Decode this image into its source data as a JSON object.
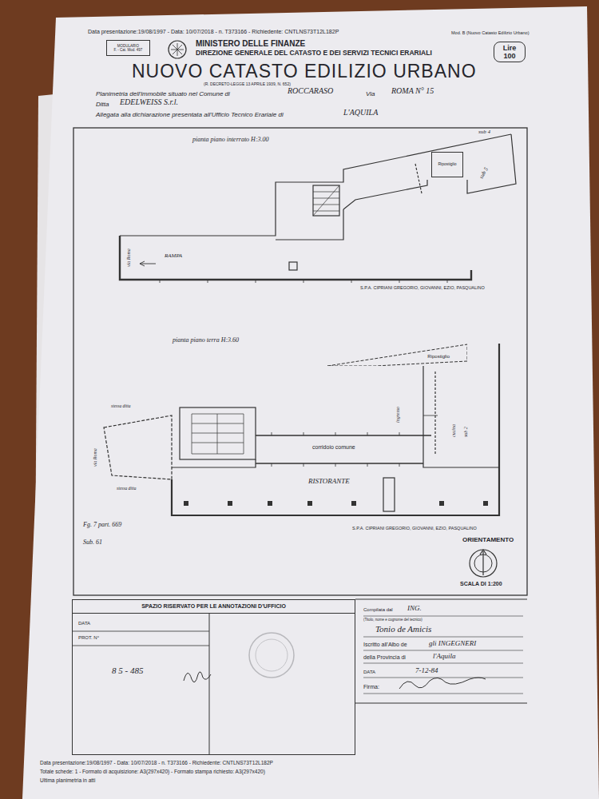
{
  "diagram": {
    "title": "NUOVO CATASTO EDILIZIO URBANO",
    "nodes": [
      {
        "text": [
          "MODULARIO",
          "F. - Cat. Mod. 497"
        ]
      },
      {
        "text": [
          "Lire 100"
        ]
      },
      {
        "text": [
          "Ripostiglio"
        ]
      },
      {
        "text": [
          "Ripostiglio"
        ]
      },
      {
        "text": [
          "SPAZIO RISERVATO PER LE ANNOTAZIONI D'UFFICIO"
        ]
      }
    ],
    "labels": [
      "Data presentazione:19/08/1997 - Data: 10/07/2018 - n. T373166 - Richiedente: CNTLNS73T12L182P",
      "Mod. B (Nuovo Catasto Edilizio Urbano)",
      "MINISTERO DELLE FINANZE",
      "DIREZIONE GENERALE DEL CATASTO E DEI SERVIZI TECNICI ERARIALI",
      "(R. DECRETO-LEGGE 13 APRILE 1939, N. 652)",
      "Planimetria dell'immobile situato nel Comune di",
      "ROCCARASO",
      "Via",
      "ROMA N° 15",
      "Ditta",
      "EDELWEISS S.r.l.",
      "Allegata alla dichiarazione presentata all'Ufficio Tecnico Erariale di",
      "L'AQUILA",
      "pianta piano interrato H:3.00",
      "sub 4",
      "sub 5",
      "via Roma",
      "RAMPA",
      "S.P.A. CIPRIANI GREGORIO, GIOVANNI, EZIO, PASQUALINO",
      "pianta piano terra H:3.60",
      "stessa ditta",
      "via Roma",
      "stessa ditta",
      "corridoio comune",
      "RISTORANTE",
      "ingresso",
      "cucina",
      "sub 2",
      "S.P.A. CIPRIANI GREGORIO, GIOVANNI, EZIO, PASQUALINO",
      "Fg. 7 part. 669",
      "Sub. 61",
      "ORIENTAMENTO",
      "SCALA DI 1:200",
      "DATA",
      "PROT. N°",
      "8 5 - 485",
      "Compilata dal",
      "ING.",
      "(Titolo, nome e cognome del tecnico)",
      "Tonio de Amicis",
      "Iscritto all'Albo de",
      "gli INGEGNERI",
      "della Provincia di",
      "l'Aquila",
      "DATA",
      "7-12-84",
      "Firma:",
      "Data presentazione:19/08/1997 - Data: 10/07/2018 - n. T373166 - Richiedente: CNTLNS73T12L182P",
      "Totale schede: 1 - Formato di acquisizione: A3(297x420) - Formato stampa richiesto: A3(297x420)",
      "Ultima planimetria in atti"
    ]
  }
}
